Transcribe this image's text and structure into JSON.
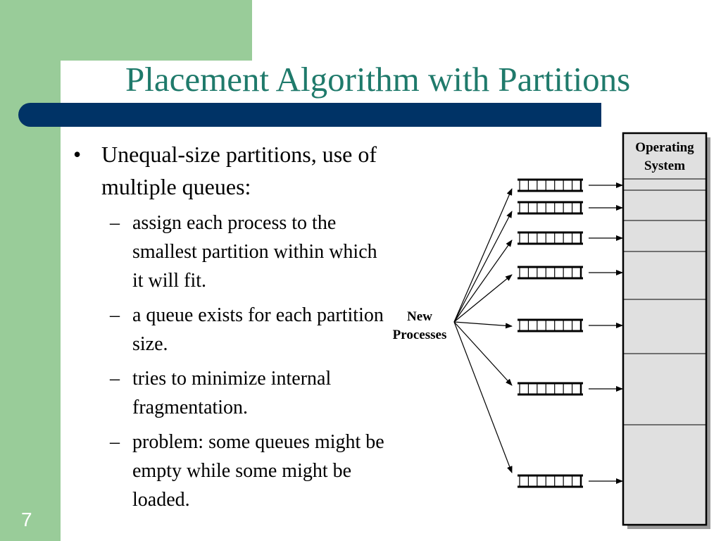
{
  "slide": {
    "title": "Placement Algorithm with Partitions",
    "number": "7"
  },
  "bullets": {
    "main": "Unequal-size partitions, use of multiple queues:",
    "bullet_mark": "•",
    "dash_mark": "–",
    "sub": [
      "assign each process to the smallest partition within which it will fit.",
      "a queue exists for each partition size.",
      "tries to minimize internal fragmentation.",
      "problem: some queues might be empty while some might be loaded."
    ]
  },
  "diagram": {
    "os_label_line1": "Operating",
    "os_label_line2": "System",
    "new_label_line1": "New",
    "new_label_line2": "Processes"
  }
}
